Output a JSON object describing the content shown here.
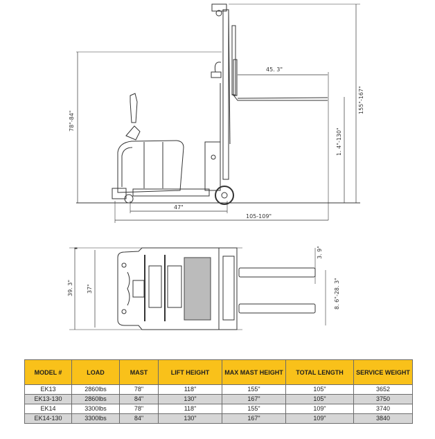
{
  "side_view": {
    "dim_overall_mast_height": "155\"-167\"",
    "dim_mast_height": "78\"-84\"",
    "dim_load_center": "45. 3\"",
    "dim_lift_height": "1. 4\"-130\"",
    "dim_wheelbase": "47\"",
    "dim_total_length": "105-109\""
  },
  "top_view": {
    "dim_overall_width": "39. 3\"",
    "dim_body_width": "37\"",
    "dim_fork_width": "3. 9\"",
    "dim_fork_spread": "8. 6\"-28. 3\""
  },
  "table": {
    "headers": [
      "MODEL #",
      "LOAD",
      "MAST",
      "LIFT HEIGHT",
      "MAX MAST HEIGHT",
      "TOTAL LENGTH",
      "SERVICE WEIGHT"
    ],
    "rows": [
      [
        "EK13",
        "2860lbs",
        "78\"",
        "118\"",
        "155\"",
        "105\"",
        "3652"
      ],
      [
        "EK13-130",
        "2860lbs",
        "84\"",
        "130\"",
        "167\"",
        "105\"",
        "3750"
      ],
      [
        "EK14",
        "3300lbs",
        "78\"",
        "118\"",
        "155\"",
        "109\"",
        "3740"
      ],
      [
        "EK14-130",
        "3300lbs",
        "84\"",
        "130\"",
        "167\"",
        "109\"",
        "3840"
      ]
    ],
    "header_color": "#f9c11a",
    "alt_row_color": "#d6d6d6"
  }
}
